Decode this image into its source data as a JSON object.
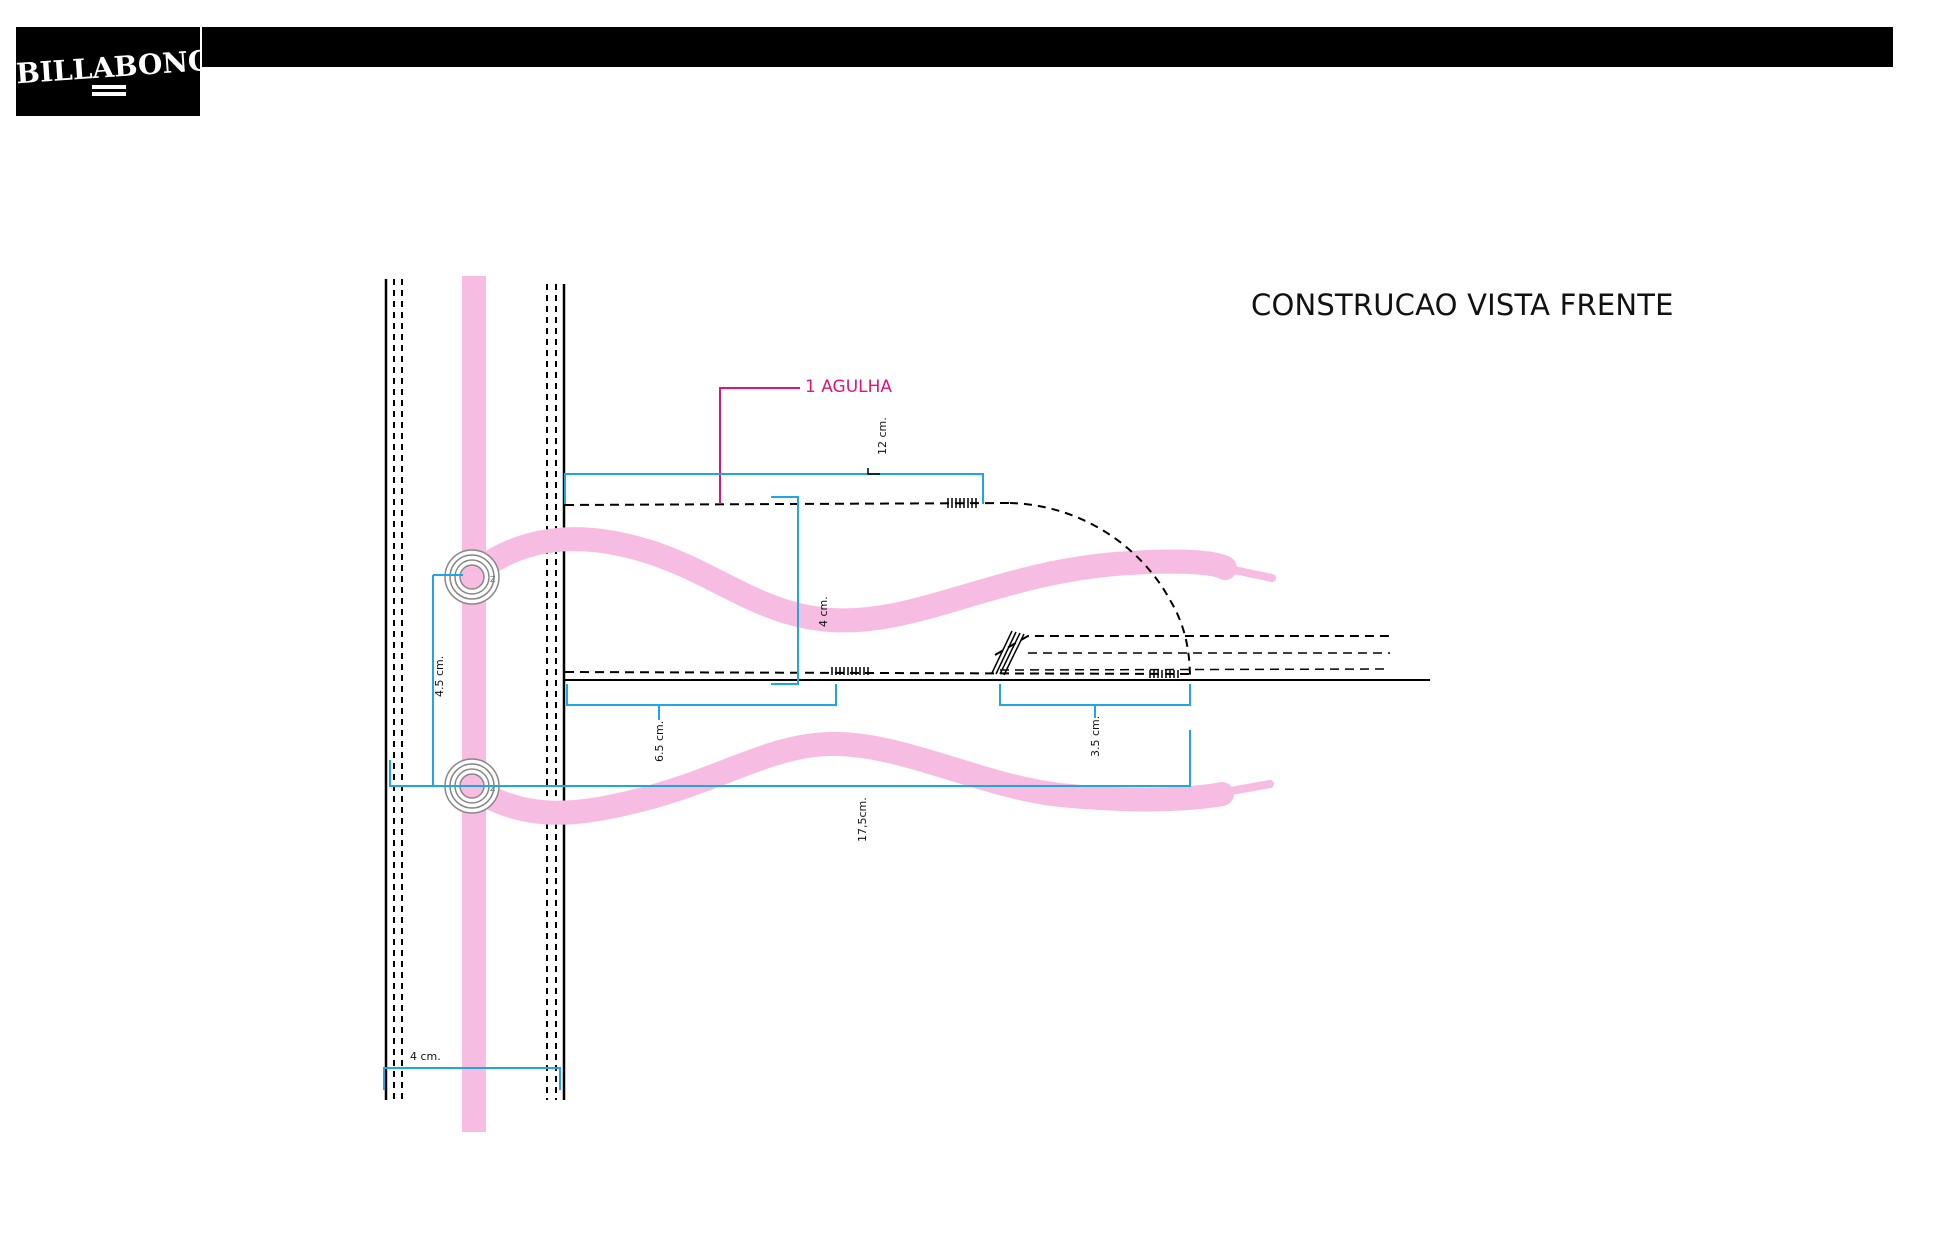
{
  "header": {
    "logo_text": "BILLABONG"
  },
  "diagram": {
    "title": "CONSTRUCAO VISTA FRENTE",
    "callout_label": "1 AGULHA",
    "dimensions": {
      "width_top": "12 cm.",
      "eyelet_gap": "4.5 cm.",
      "fold_height": "4 cm.",
      "stitch_left": "6.5 cm.",
      "stitch_right": "3.5 cm.",
      "total_length": "17,5cm.",
      "band_width": "4 cm."
    }
  },
  "colors": {
    "cord_pink": "#f7bce2",
    "dimension_blue": "#1ea7e0",
    "callout_magenta": "#e2127a",
    "line_black": "#000000"
  }
}
